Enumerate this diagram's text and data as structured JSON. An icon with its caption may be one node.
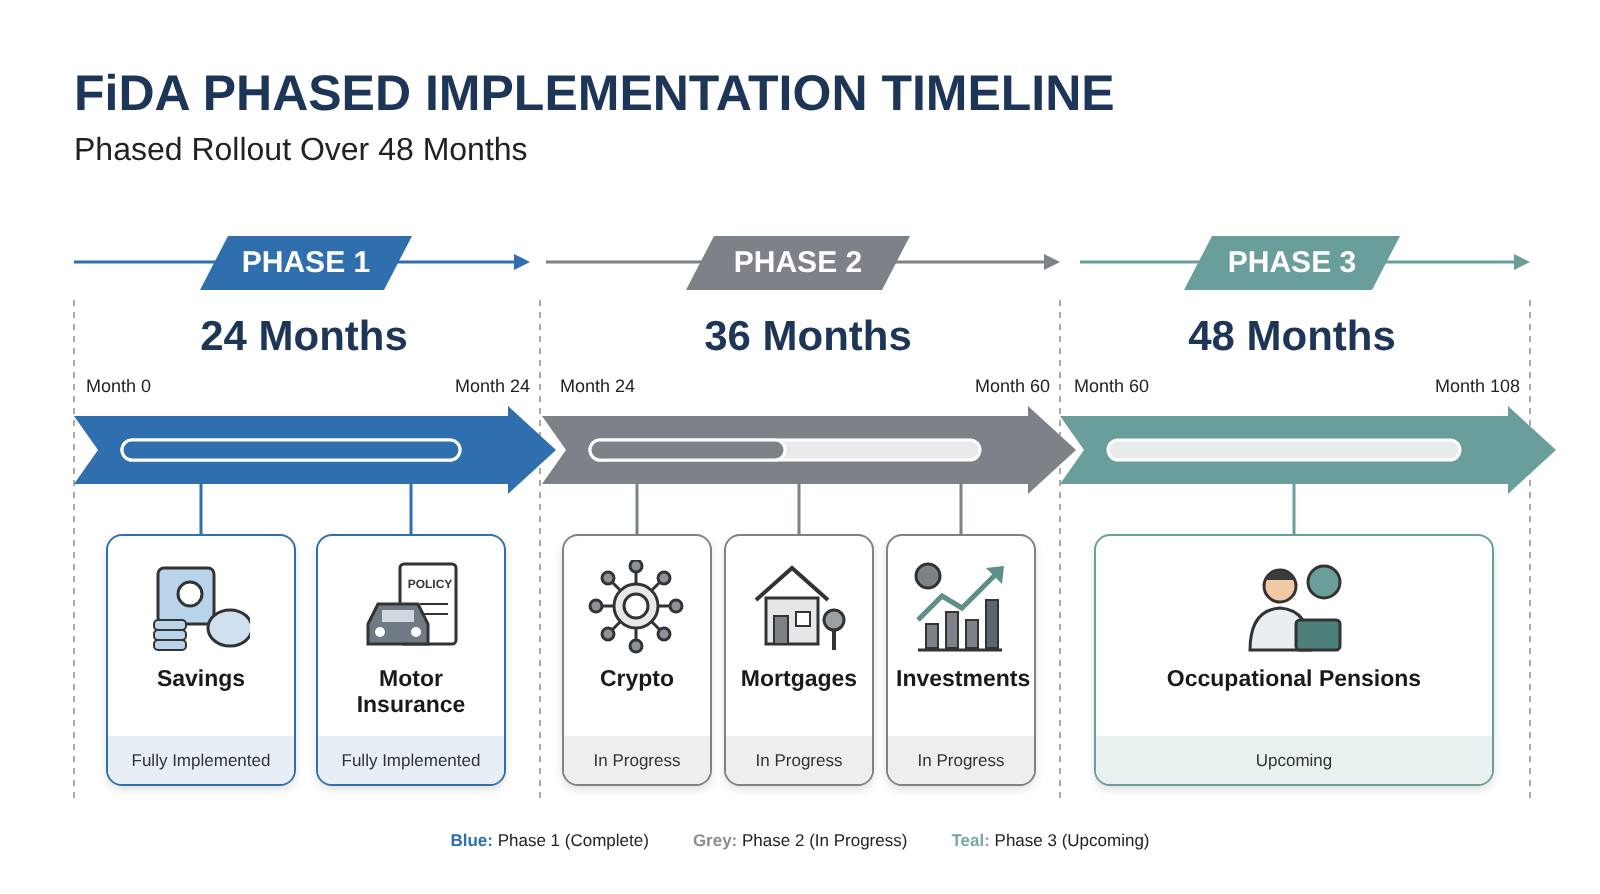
{
  "diagram": {
    "title": "FiDA PHASED IMPLEMENTATION TIMELINE",
    "nodes": [
      {
        "text": [
          "PHASE 1"
        ]
      },
      {
        "text": [
          "PHASE 2"
        ]
      },
      {
        "text": [
          "PHASE 3"
        ]
      },
      {
        "text": [],
        "shape": "bar"
      },
      {
        "text": [],
        "shape": "bar"
      },
      {
        "text": [],
        "shape": "bar"
      },
      {
        "text": [
          "Savings",
          "Fully Implemented"
        ]
      },
      {
        "text": [
          "Motor Insurance",
          "Fully Implemented"
        ]
      },
      {
        "text": [
          "Crypto",
          "In Progress"
        ]
      },
      {
        "text": [
          "Mortgages",
          "In Progress"
        ]
      },
      {
        "text": [
          "Investments",
          "In Progress"
        ]
      },
      {
        "text": [
          "Occupational Pensions",
          "Upcoming"
        ]
      }
    ],
    "edges": [
      {
        "from": 3,
        "to": 6,
        "arrow": "none",
        "color": "#2f6fad"
      },
      {
        "from": 3,
        "to": 7,
        "arrow": "none",
        "color": "#2f6fad"
      },
      {
        "from": 4,
        "to": 8,
        "arrow": "none"
      },
      {
        "from": 4,
        "to": 9,
        "arrow": "none"
      },
      {
        "from": 4,
        "to": 10,
        "arrow": "none"
      },
      {
        "from": 5,
        "to": 11,
        "arrow": "none",
        "color": "#6a9e9a"
      }
    ],
    "labels": [
      "Phased Rollout Over 48 Months",
      "24 Months",
      "36 Months",
      "48 Months",
      "Month 0",
      "Month 24",
      "Month 24",
      "Month 60",
      "Month 60",
      "Month 108",
      "POLICY"
    ],
    "legend": [
      {
        "text": "Blue: Phase 1 (Complete)",
        "color": "#2f6fad"
      },
      {
        "text": "Grey: Phase 2 (In Progress)",
        "color": "#8a8f94"
      },
      {
        "text": "Teal: Phase 3 (Upcoming)",
        "color": "#7aa9a5"
      }
    ]
  }
}
